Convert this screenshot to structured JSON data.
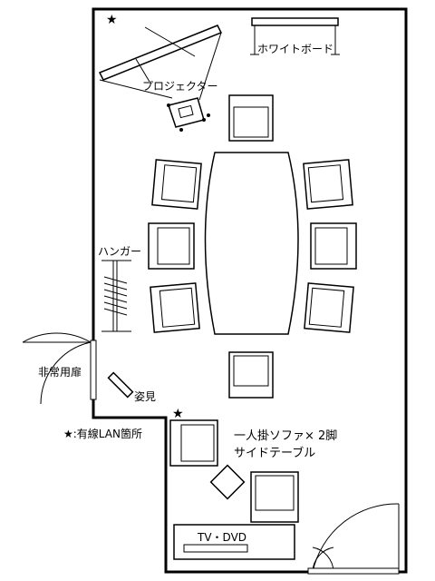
{
  "labels": {
    "whiteboard": "ホワイトボード",
    "projector": "プロジェクター",
    "hanger": "ハンガー",
    "emergency_door": "非常用扉",
    "mirror": "姿見",
    "lan_legend": "★:有線LAN箇所",
    "sofa": "一人掛ソファ× 2脚",
    "side_table": "サイドテーブル",
    "tv_dvd": "TV・DVD"
  },
  "stars": [
    "★",
    "★"
  ]
}
